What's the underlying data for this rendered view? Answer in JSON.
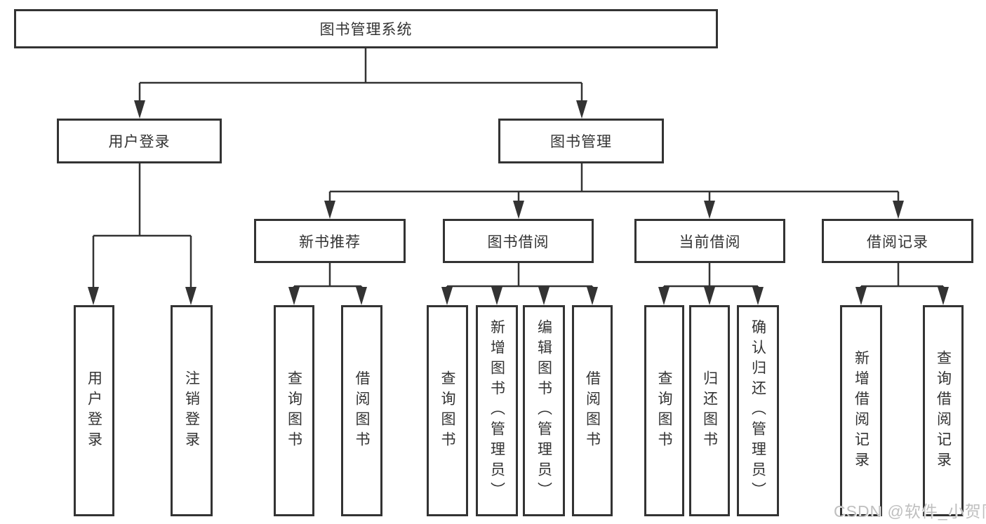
{
  "colors": {
    "line": "#333333",
    "box_border": "#333333",
    "text": "#333333",
    "background": "#ffffff",
    "watermark": "#bfbfbf"
  },
  "diagram": {
    "root": "图书管理系统",
    "level2": [
      "用户登录",
      "图书管理"
    ],
    "level3": [
      "新书推荐",
      "图书借阅",
      "当前借阅",
      "借阅记录"
    ],
    "leaves": {
      "user_login": [
        "用户登录",
        "注销登录"
      ],
      "new_book": [
        "查询图书",
        "借阅图书"
      ],
      "book_borrow": [
        "查询图书",
        "新增图书（管理员）",
        "编辑图书（管理员）",
        "借阅图书"
      ],
      "current_borrow": [
        "查询图书",
        "归还图书",
        "确认归还（管理员）"
      ],
      "borrow_record": [
        "新增借阅记录",
        "查询借阅记录"
      ]
    }
  },
  "watermark": {
    "text": "CSDN @软件_小贺同学"
  }
}
